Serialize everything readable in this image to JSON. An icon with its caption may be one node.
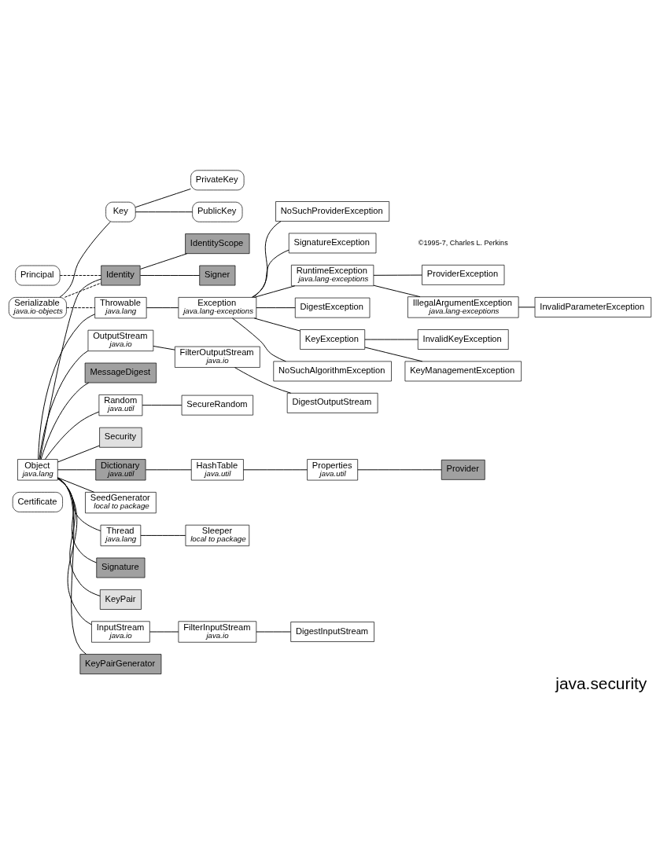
{
  "diagram": {
    "title": "java.security",
    "nodes": [
      {
        "text": [
          "Certificate"
        ]
      },
      {
        "text": [
          "PrivateKey"
        ]
      },
      {
        "text": [
          "Serializable",
          "java.io-objects"
        ]
      },
      {
        "text": [
          "Key"
        ]
      },
      {
        "text": [
          "PublicKey"
        ]
      },
      {
        "text": [
          "DigestInputStream"
        ]
      },
      {
        "text": [
          "DigestOutputStream"
        ]
      },
      {
        "text": [
          "Principal"
        ]
      },
      {
        "text": [
          "Identity"
        ]
      },
      {
        "text": [
          "IdentityScope"
        ]
      },
      {
        "text": [
          "Signer"
        ]
      },
      {
        "text": [
          "FilterInputStream",
          "java.io"
        ]
      },
      {
        "text": [
          "KeyPair"
        ]
      },
      {
        "text": [
          "InputStream",
          "java.io"
        ]
      },
      {
        "text": [
          "FilterOutputStream",
          "java.io"
        ]
      },
      {
        "text": [
          "KeyPairGenerator"
        ]
      },
      {
        "text": [
          "OutputStream",
          "java.io"
        ]
      },
      {
        "text": [
          "MessageDigest"
        ]
      },
      {
        "text": [
          "SecureRandom"
        ]
      },
      {
        "text": [
          "Random",
          "java.util"
        ]
      },
      {
        "text": [
          "Security"
        ]
      },
      {
        "text": [
          "Object",
          "java.lang"
        ]
      },
      {
        "text": [
          "Dictionary",
          "java.util"
        ]
      },
      {
        "text": [
          "HashTable",
          "java.util"
        ]
      },
      {
        "text": [
          "Properties",
          "java.util"
        ]
      },
      {
        "text": [
          "Provider"
        ]
      },
      {
        "text": [
          "SeedGenerator",
          "local to package"
        ]
      },
      {
        "text": [
          "Thread",
          "java.lang"
        ]
      },
      {
        "text": [
          "Signature"
        ]
      },
      {
        "text": [
          "Sleeper",
          "local to package"
        ]
      },
      {
        "text": [
          "DigestException"
        ]
      },
      {
        "text": [
          "Throwable",
          "java.lang"
        ]
      },
      {
        "text": [
          "KeyException"
        ]
      },
      {
        "text": [
          "InvalidKeyException"
        ]
      },
      {
        "text": [
          "Exception",
          "java.lang-exceptions"
        ]
      },
      {
        "text": [
          "NoSuchAlgorithmException"
        ]
      },
      {
        "text": [
          "KeyManagementException"
        ]
      },
      {
        "text": [
          "NoSuchProviderException"
        ]
      },
      {
        "text": [
          "ProviderException"
        ]
      },
      {
        "text": [
          "SignatureException"
        ]
      },
      {
        "text": [
          "InvalidParameterException"
        ]
      },
      {
        "text": [
          "RuntimeException",
          "java.lang-exceptions"
        ]
      },
      {
        "text": [
          "IllegalArgumentException",
          "java.lang-exceptions"
        ]
      }
    ],
    "edges": [
      {
        "from": 2,
        "to": 3,
        "arrow": "none"
      },
      {
        "from": 3,
        "to": 1,
        "arrow": "none"
      },
      {
        "from": 3,
        "to": 4,
        "arrow": "none"
      },
      {
        "from": 2,
        "to": 8,
        "arrow": "none",
        "style": "dashed"
      },
      {
        "from": 7,
        "to": 8,
        "arrow": "none",
        "style": "dashed"
      },
      {
        "from": 8,
        "to": 9,
        "arrow": "none"
      },
      {
        "from": 8,
        "to": 10,
        "arrow": "none"
      },
      {
        "from": 2,
        "to": 31,
        "arrow": "none",
        "style": "dashed"
      },
      {
        "from": 21,
        "to": 13,
        "arrow": "none"
      },
      {
        "from": 13,
        "to": 11,
        "arrow": "none"
      },
      {
        "from": 11,
        "to": 5,
        "arrow": "none"
      },
      {
        "from": 21,
        "to": 16,
        "arrow": "none"
      },
      {
        "from": 16,
        "to": 14,
        "arrow": "none"
      },
      {
        "from": 14,
        "to": 6,
        "arrow": "none"
      },
      {
        "from": 21,
        "to": 8,
        "arrow": "none"
      },
      {
        "from": 21,
        "to": 12,
        "arrow": "none"
      },
      {
        "from": 21,
        "to": 15,
        "arrow": "none"
      },
      {
        "from": 21,
        "to": 17,
        "arrow": "none"
      },
      {
        "from": 21,
        "to": 19,
        "arrow": "none"
      },
      {
        "from": 19,
        "to": 18,
        "arrow": "none"
      },
      {
        "from": 21,
        "to": 20,
        "arrow": "none"
      },
      {
        "from": 21,
        "to": 22,
        "arrow": "none"
      },
      {
        "from": 22,
        "to": 23,
        "arrow": "none"
      },
      {
        "from": 23,
        "to": 24,
        "arrow": "none"
      },
      {
        "from": 24,
        "to": 25,
        "arrow": "none"
      },
      {
        "from": 21,
        "to": 26,
        "arrow": "none"
      },
      {
        "from": 21,
        "to": 28,
        "arrow": "none"
      },
      {
        "from": 21,
        "to": 27,
        "arrow": "none"
      },
      {
        "from": 27,
        "to": 29,
        "arrow": "none"
      },
      {
        "from": 21,
        "to": 31,
        "arrow": "none"
      },
      {
        "from": 31,
        "to": 34,
        "arrow": "none"
      },
      {
        "from": 34,
        "to": 30,
        "arrow": "none"
      },
      {
        "from": 34,
        "to": 32,
        "arrow": "none"
      },
      {
        "from": 32,
        "to": 33,
        "arrow": "none"
      },
      {
        "from": 32,
        "to": 36,
        "arrow": "none"
      },
      {
        "from": 34,
        "to": 35,
        "arrow": "none"
      },
      {
        "from": 34,
        "to": 37,
        "arrow": "none"
      },
      {
        "from": 34,
        "to": 39,
        "arrow": "none"
      },
      {
        "from": 34,
        "to": 41,
        "arrow": "none"
      },
      {
        "from": 41,
        "to": 38,
        "arrow": "none"
      },
      {
        "from": 41,
        "to": 42,
        "arrow": "none"
      },
      {
        "from": 42,
        "to": 40,
        "arrow": "none"
      }
    ],
    "labels": [
      "©1995-7, Charles L. Perkins"
    ]
  }
}
